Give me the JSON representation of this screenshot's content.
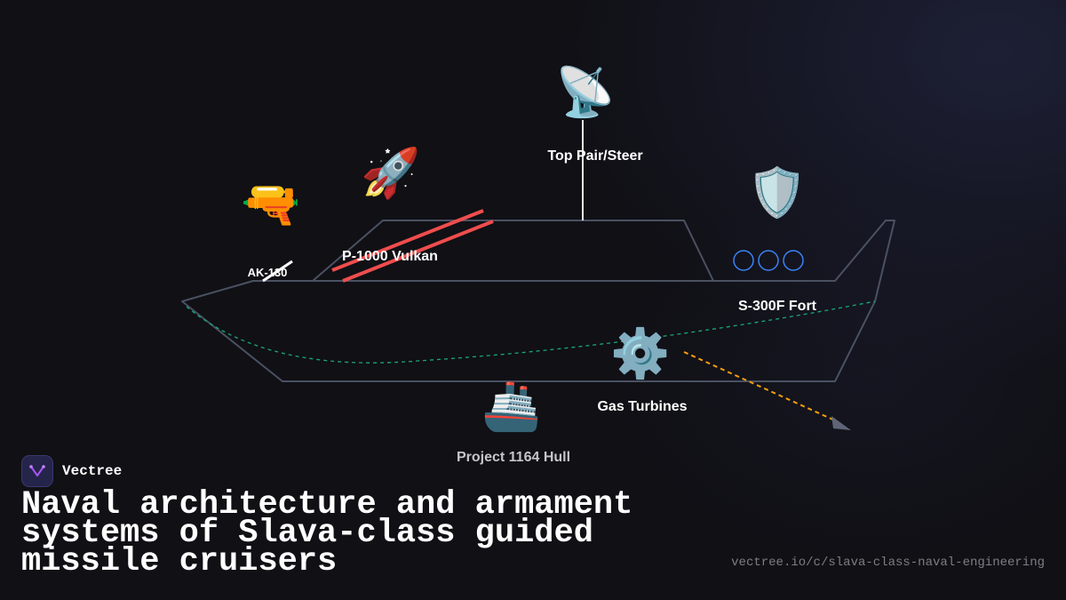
{
  "diagram": {
    "labels": {
      "radar": "Top Pair/Steer",
      "missile": "P-1000 Vulkan",
      "gun": "AK-130",
      "sam": "S-300F Fort",
      "turbines": "Gas Turbines",
      "hull": "Project 1164 Hull"
    },
    "icons": {
      "radar": "📡",
      "missile": "🚀",
      "gun": "🔫",
      "sam": "🛡️",
      "turbines": "⚙️",
      "hull": "🚢"
    },
    "colors": {
      "outline": "#4a5162",
      "missile_tubes": "#ef4d4d",
      "waterline": "#1aa876",
      "wake_arrow": "#f59e0b",
      "sam_launchers": "#3b82f6",
      "mast": "#e8e8ee"
    }
  },
  "footer": {
    "brand": "Vectree",
    "title": "Naval architecture and armament systems of Slava-class guided missile cruisers",
    "url": "vectree.io/c/slava-class-naval-engineering"
  }
}
